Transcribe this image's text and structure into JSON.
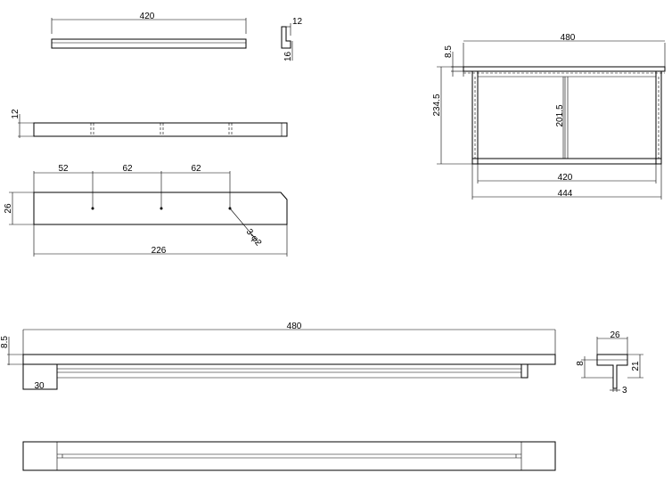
{
  "dimensions": {
    "top_shelf_width": "420",
    "bracket_thickness": "12",
    "bracket_height": "16",
    "rail_thickness": "12",
    "hole_spacing_1": "52",
    "hole_spacing_2": "62",
    "hole_spacing_3": "62",
    "plate_height": "26",
    "hole_callout": "3-φ2",
    "plate_length": "226",
    "front_top_width": "480",
    "front_top_thickness": "8.5",
    "front_total_height": "234.5",
    "front_inner_height": "201.5",
    "front_inner_width": "420",
    "front_outer_width": "444",
    "side_length": "480",
    "side_thickness": "8.5",
    "side_leg_width": "30",
    "end_width": "26",
    "end_height": "21",
    "end_thickness": "8",
    "end_gap": "3"
  }
}
